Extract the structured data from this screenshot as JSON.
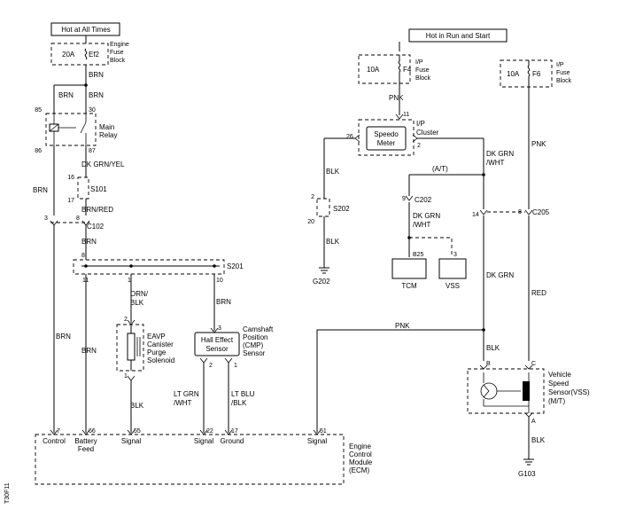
{
  "headers": {
    "hot_always": "Hot at All Times",
    "hot_run_start": "Hot  in Run and Start"
  },
  "fuses": {
    "ef2": {
      "rating": "20A",
      "id": "Ef2",
      "block_line1": "Engine",
      "block_line2": "Fuse",
      "block_line3": "Block"
    },
    "f4": {
      "rating": "10A",
      "id": "F4",
      "block_line1": "I/P",
      "block_line2": "Fuse",
      "block_line3": "Block"
    },
    "f6": {
      "rating": "10A",
      "id": "F6",
      "block_line1": "I/P",
      "block_line2": "Fuse",
      "block_line3": "Block"
    }
  },
  "main_relay": {
    "line1": "Main",
    "line2": "Relay",
    "pin85": "85",
    "pin30": "30",
    "pin86": "86",
    "pin87": "87"
  },
  "splices": {
    "s101": "S101",
    "s202": "S202",
    "s201": "S201"
  },
  "connectors": {
    "c102": "C102",
    "c202": "C202",
    "c205": "C205"
  },
  "grounds": {
    "g202": "G202",
    "g103": "G103"
  },
  "wires": {
    "brn": "BRN",
    "dk_grn_yel": "DK GRN/YEL",
    "brn_red": "BRN/RED",
    "orn_l1": "ORN/",
    "orn_l2": "BLK",
    "blk": "BLK",
    "pnk": "PNK",
    "dk_grn_wht_l1": "DK GRN",
    "dk_grn_wht_l2": "/WHT",
    "dk_grn": "DK GRN",
    "red": "RED",
    "lt_grn_l1": "LT GRN",
    "lt_grn_l2": "/WHT",
    "lt_blu_l1": "LT BLU",
    "lt_blu_l2": "/BLK",
    "at": "(A/T)"
  },
  "pins": {
    "p3": "3",
    "p8": "8",
    "p16": "16",
    "p17": "17",
    "s201_8": "8",
    "s201_11": "11",
    "s201_1": "1",
    "s201_10": "10",
    "eavp_2": "2",
    "eavp_1": "1",
    "hall_3": "3",
    "hall_2": "2",
    "hall_1": "1",
    "cl_11": "11",
    "cl_26": "26",
    "cl_2": "2",
    "s202_2": "2",
    "s202_20": "20",
    "c202_9": "9",
    "tcm_b25": "B25",
    "vss_3": "3",
    "c205_14": "14",
    "c205_8": "8",
    "vss_b": "B",
    "vss_c": "C",
    "vss_a": "A",
    "ecm_7": "7",
    "ecm_66": "66",
    "ecm_55": "55",
    "ecm_22": "22",
    "ecm_17": "17",
    "ecm_51": "51"
  },
  "components": {
    "cluster_l1": "I/P",
    "cluster_l2": "Cluster",
    "speedo_l1": "Speedo",
    "speedo_l2": "Meter",
    "eavp_l1": "EAVP",
    "eavp_l2": "Canister",
    "eavp_l3": "Purge",
    "eavp_l4": "Solenoid",
    "hall_l1": "Hall Effect",
    "hall_l2": "Sensor",
    "cmp_l1": "Camshaft",
    "cmp_l2": "Position",
    "cmp_l3": "(CMP)",
    "cmp_l4": "Sensor",
    "tcm": "TCM",
    "vss_box": "VSS",
    "vss_l1": "Vehicle",
    "vss_l2": "Speed",
    "vss_l3": "Sensor(VSS)",
    "vss_l4": "(M/T)"
  },
  "ecm": {
    "control": "Control",
    "battery_l1": "Battery",
    "battery_l2": "Feed",
    "signal_55": "Signal",
    "signal_22": "Signal",
    "ground_17": "Ground",
    "signal_51": "Signal",
    "name_l1": "Engine",
    "name_l2": "Control",
    "name_l3": "Module",
    "name_l4": "(ECM)"
  },
  "figure_code": "T30F11"
}
